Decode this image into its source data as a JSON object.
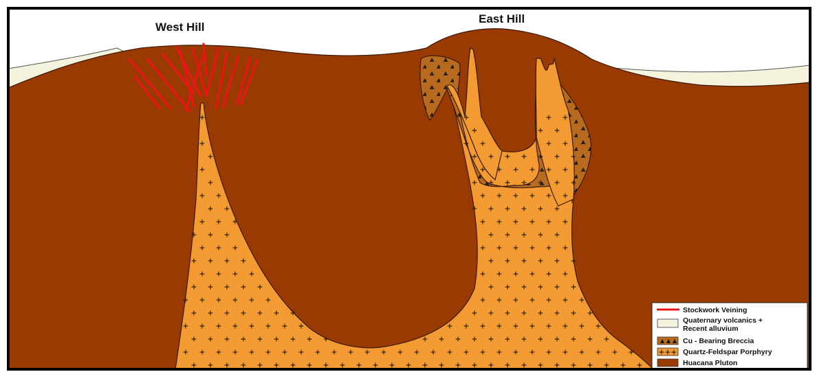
{
  "labels": {
    "west_hill": "West Hill",
    "east_hill": "East Hill"
  },
  "legend": {
    "stockwork": "Stockwork Veining",
    "quaternary_line1": "Quaternary volcanics +",
    "quaternary_line2": "Recent alluvium",
    "breccia": "Cu - Bearing Breccia",
    "porphyry": "Quartz-Feldspar Porphyry",
    "pluton": "Huacana Pluton"
  },
  "colors": {
    "pluton": "#993a02",
    "porphyry": "#f39a32",
    "breccia": "#b86a1e",
    "alluvium": "#f5f3dd",
    "veining": "#e81616",
    "frame": "#000000"
  }
}
